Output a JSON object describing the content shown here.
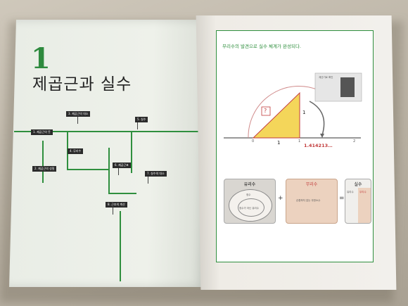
{
  "left_page": {
    "chapter_number": "1",
    "chapter_title": "제곱근과 실수",
    "nodes": [
      "1. 제곱근의 뜻",
      "2. 제곱근의 성질",
      "3. 제곱근의 대소",
      "4. 무리수",
      "5. 실수",
      "6. 제곱근표",
      "7. 실수의 대소",
      "8. 근호의 계산"
    ]
  },
  "right_page": {
    "heading": "무리수의 발견으로 실수 체계가 완성되다.",
    "question_mark": "?",
    "side_one": "1",
    "axis_labels": [
      "0",
      "1",
      "1",
      "2"
    ],
    "irrational_value": "1.414213…",
    "cards": {
      "rational": {
        "title": "유리수",
        "inner": "정수",
        "outer": "정수가 아닌 유리수"
      },
      "irrational": {
        "title": "무리수",
        "body": "순환하지 않는 무한소수"
      },
      "real": {
        "title": "실수",
        "left": "유리수",
        "right": "무리수"
      }
    },
    "operators": {
      "plus": "+",
      "equals": "="
    },
    "calculator_note": "계산기로 확인"
  },
  "colors": {
    "green": "#2f8f3e",
    "triangle": "#f4d65a",
    "irrational": "#e8c9b4",
    "axis_red": "#c23b3b"
  }
}
